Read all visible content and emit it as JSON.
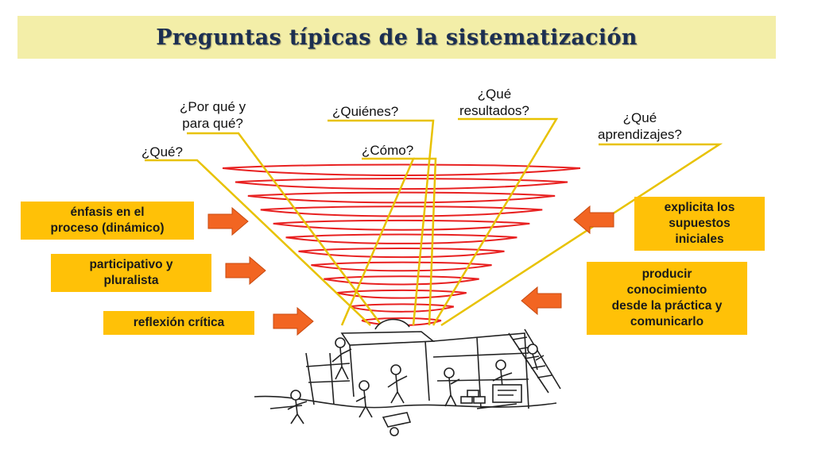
{
  "title": "Preguntas típicas de la sistematización",
  "questions": [
    {
      "id": "que",
      "text": "¿Qué?"
    },
    {
      "id": "porque",
      "text": "¿Por qué y\npara qué?"
    },
    {
      "id": "quienes",
      "text": "¿Quiénes?"
    },
    {
      "id": "como",
      "text": "¿Cómo?"
    },
    {
      "id": "resultados",
      "text": "¿Qué\nresultados?"
    },
    {
      "id": "aprendizajes",
      "text": "¿Qué\naprendizajes?"
    }
  ],
  "left_boxes": [
    {
      "id": "enfasis",
      "text": "énfasis en el\nproceso (dinámico)"
    },
    {
      "id": "participativo",
      "text": "participativo y\npluralista"
    },
    {
      "id": "reflexion",
      "text": "reflexión crítica"
    }
  ],
  "right_boxes": [
    {
      "id": "explicita",
      "text": "explicita los\nsupuestos\niniciales"
    },
    {
      "id": "producir",
      "text": "producir\nconocimiento\ndesde la práctica y\ncomunicarlo"
    }
  ],
  "colors": {
    "title_bg": "#f3eea8",
    "title_text": "#1c2f52",
    "box_bg": "#ffc107",
    "arrow": "#f26522",
    "spiral": "#e82020",
    "ray": "#e8c200"
  },
  "illustration": "construction-workers-illustration"
}
